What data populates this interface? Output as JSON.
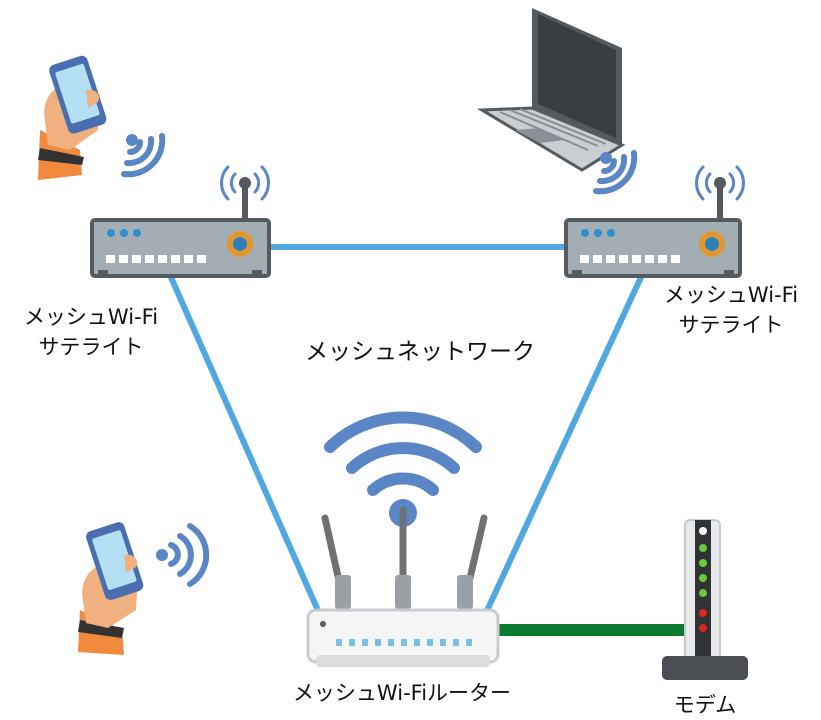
{
  "labels": {
    "satellite_left_line1": "メッシュWi-Fi",
    "satellite_left_line2": "サテライト",
    "satellite_right_line1": "メッシュWi-Fi",
    "satellite_right_line2": "サテライト",
    "network": "メッシュネットワーク",
    "router": "メッシュWi-Fiルーター",
    "modem": "モデム"
  },
  "colors": {
    "mesh_link": "#4fa8df",
    "modem_link": "#0c7a2e",
    "wifi_wave": "#5b86c5",
    "device_body": "#a3aeb4",
    "device_dark": "#555a5e",
    "dial": "#e3962f",
    "led_blue": "#2f8fd0",
    "led_green": "#6bc83a",
    "led_red": "#e02424",
    "skin": "#f0b07f",
    "sleeve": "#f18a3c",
    "phone": "#4a6fb0",
    "phone_screen": "#b5e0f4"
  },
  "icons": [
    "satellite-unit-icon",
    "router-icon",
    "modem-icon",
    "laptop-icon",
    "smartphone-hand-icon",
    "wifi-signal-icon"
  ]
}
